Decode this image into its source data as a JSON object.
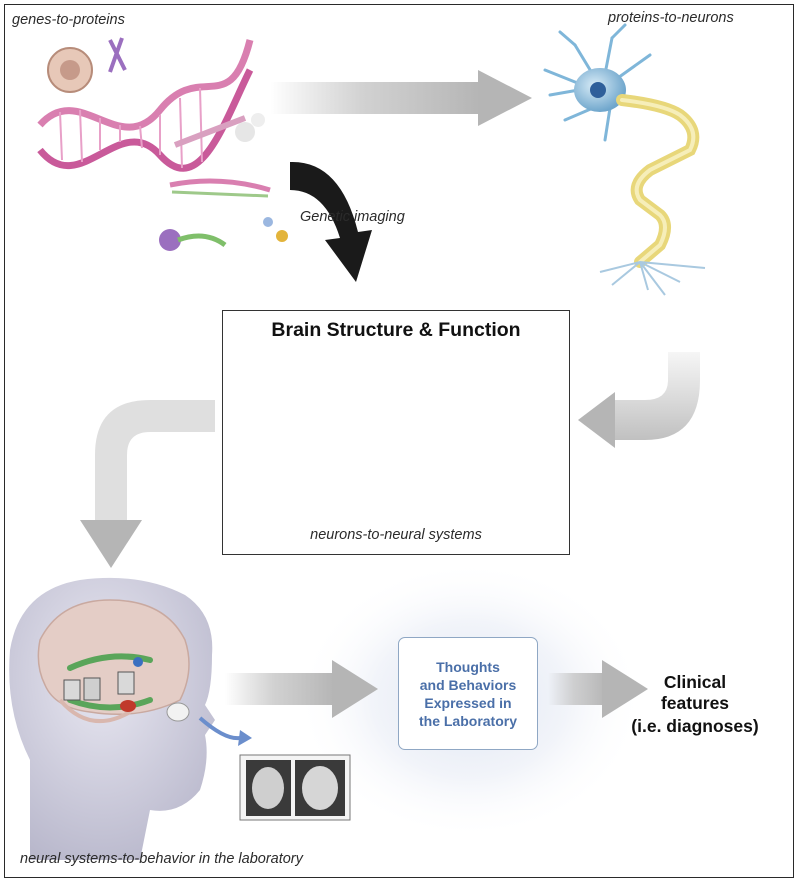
{
  "labels": {
    "genes_to_proteins": "genes-to-proteins",
    "proteins_to_neurons": "proteins-to-neurons",
    "genetic_imaging": "Genetic imaging",
    "neurons_to_neural_systems": "neurons-to-neural systems",
    "neural_systems_to_behavior": "neural systems-to-behavior in the laboratory"
  },
  "brain_box": {
    "title": "Brain Structure & Function"
  },
  "thoughts_box": {
    "lines": [
      "Thoughts",
      "and Behaviors",
      "Expressed in",
      "the Laboratory"
    ]
  },
  "clinical": {
    "line1": "Clinical",
    "line2": "features",
    "line3": "(i.e. diagnoses)"
  },
  "colors": {
    "flow_arrow": "#b9b9b9",
    "genetic_arrow": "#1a1a1a",
    "thoughts_text": "#4a6fa8",
    "dna_pink": "#d97fb0",
    "axon_yellow": "#e8d77a",
    "neuron_blue": "#7fb6d9"
  }
}
